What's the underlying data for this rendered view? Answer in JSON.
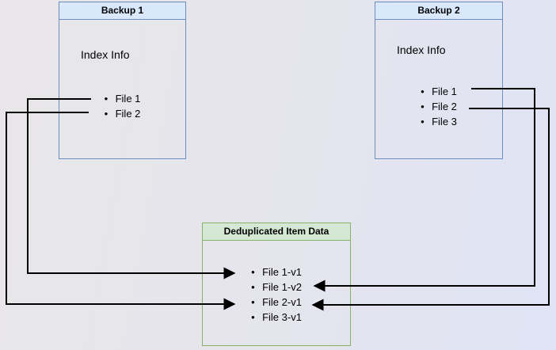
{
  "diagram": {
    "backup1": {
      "title": "Backup 1",
      "index_label": "Index Info",
      "files": [
        "File 1",
        "File 2"
      ]
    },
    "backup2": {
      "title": "Backup 2",
      "index_label": "Index Info",
      "files": [
        "File 1",
        "File 2",
        "File 3"
      ]
    },
    "dedup": {
      "title": "Deduplicated Item Data",
      "items": [
        "File 1-v1",
        "File 1-v2",
        "File 2-v1",
        "File 3-v1"
      ]
    },
    "connections": [
      {
        "from": "Backup 1 / File 1",
        "to": "File 1-v1",
        "route": "left"
      },
      {
        "from": "Backup 1 / File 2",
        "to": "File 2-v1",
        "route": "left"
      },
      {
        "from": "Backup 2 / File 1",
        "to": "File 1-v2",
        "route": "right"
      },
      {
        "from": "Backup 2 / File 2",
        "to": "File 2-v1",
        "route": "right"
      }
    ],
    "colors": {
      "blue_fill": "#DAE8FC",
      "blue_stroke": "#6C8EBF",
      "green_fill": "#D5E8D4",
      "green_stroke": "#82B366",
      "connector": "#000000",
      "background": "#E5E5EE"
    }
  }
}
